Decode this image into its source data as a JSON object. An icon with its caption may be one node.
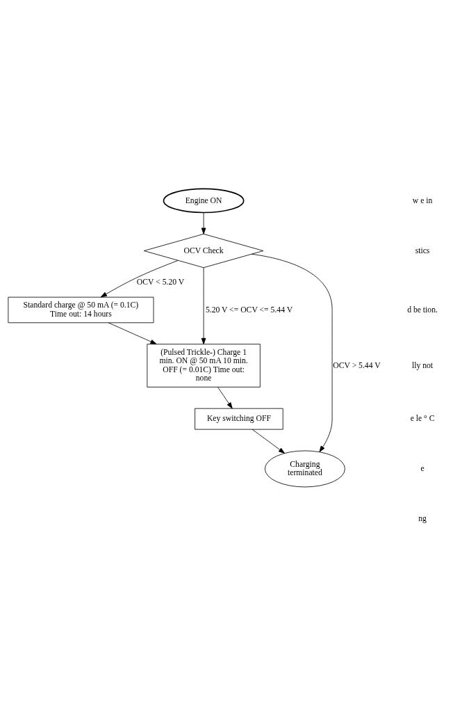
{
  "diagram": {
    "nodes": [
      {
        "text": [
          "Engine ON"
        ]
      },
      {
        "text": [
          "OCV Check"
        ]
      },
      {
        "text": [
          "Standard charge @ 50 mA (= 0.1C) Time out: 14 hours"
        ]
      },
      {
        "text": [
          "(Pulsed Trickle-) Charge 1 min. ON @ 50 mA 10 min. OFF (= 0.01C) Time out: none"
        ]
      },
      {
        "text": [
          "Key switching OFF"
        ]
      },
      {
        "text": [
          "Charging terminated"
        ]
      }
    ],
    "edges": [
      {
        "from": 0,
        "to": 1,
        "arrow": "to"
      },
      {
        "from": 1,
        "to": 2,
        "arrow": "to",
        "label": "OCV < 5.20 V"
      },
      {
        "from": 1,
        "to": 3,
        "arrow": "to",
        "label": "5.20 V <= OCV <= 5.44 V"
      },
      {
        "from": 2,
        "to": 3,
        "arrow": "to"
      },
      {
        "from": 3,
        "to": 4,
        "arrow": "to"
      },
      {
        "from": 4,
        "to": 5,
        "arrow": "to"
      },
      {
        "from": 1,
        "to": 5,
        "arrow": "to",
        "label": "OCV > 5.44 V"
      }
    ],
    "labels": [
      "w e in",
      "stics",
      "d be tion.",
      "lly not",
      "e le ° C",
      "e",
      "ng"
    ]
  }
}
